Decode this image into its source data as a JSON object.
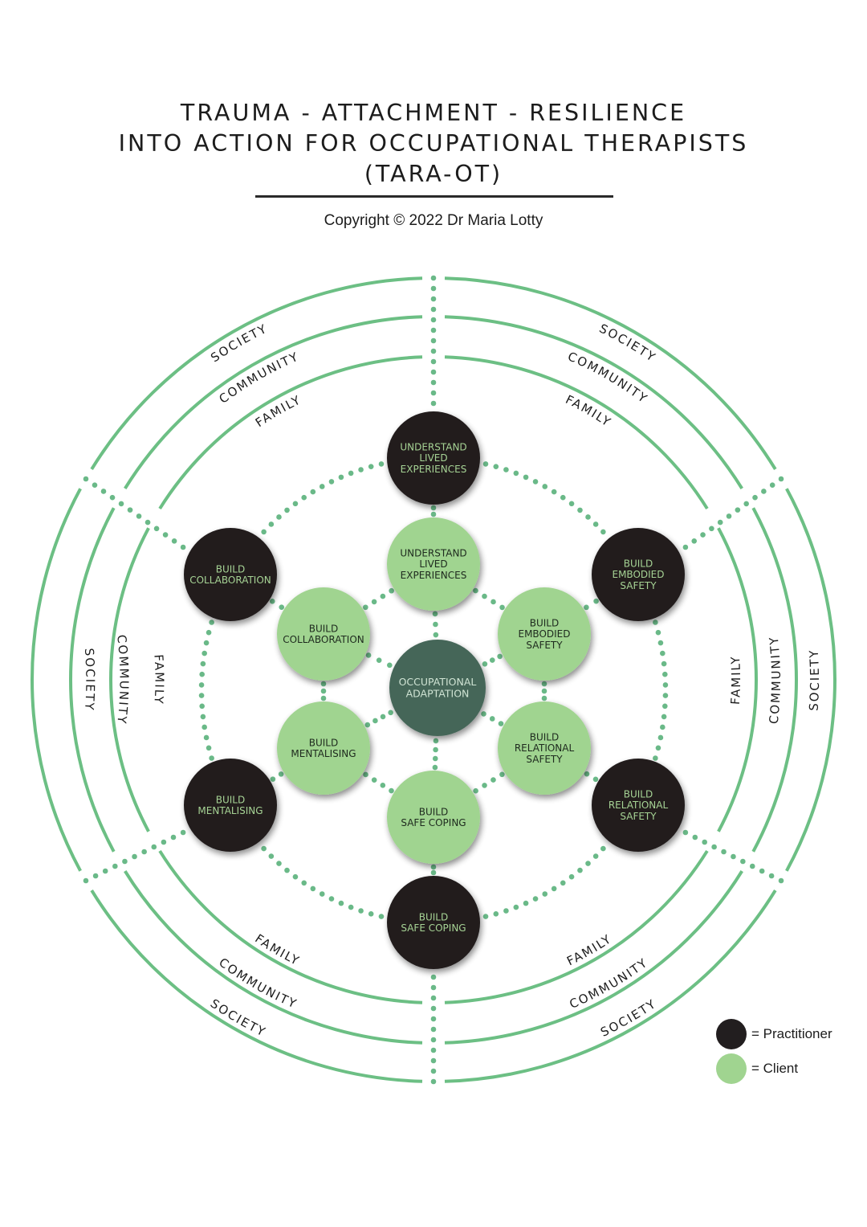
{
  "header": {
    "title_line1": "TRAUMA - ATTACHMENT - RESILIENCE",
    "title_line2": "INTO ACTION FOR OCCUPATIONAL THERAPISTS",
    "title_line3": "(TARA-OT)",
    "copyright": "Copyright © 2022 Dr Maria Lotty"
  },
  "colors": {
    "ring": "#6cbf84",
    "dots": "#6ab988",
    "practitioner_fill": "#221e1f",
    "practitioner_text": "#a6d395",
    "client_fill": "#a0d490",
    "client_text": "#1e2a1e",
    "center_fill": "#446658",
    "center_text": "#cfe3d3",
    "ring_label": "#1c1c1c"
  },
  "rings": {
    "labels": [
      "SOCIETY",
      "COMMUNITY",
      "FAMILY"
    ]
  },
  "center": {
    "lines": [
      "OCCUPATIONAL",
      "ADAPTATION"
    ]
  },
  "practitioner_nodes": [
    {
      "id": "top",
      "lines": [
        "UNDERSTAND",
        "LIVED",
        "EXPERIENCES"
      ]
    },
    {
      "id": "upper-right",
      "lines": [
        "BUILD",
        "EMBODIED",
        "SAFETY"
      ]
    },
    {
      "id": "lower-right",
      "lines": [
        "BUILD",
        "RELATIONAL",
        "SAFETY"
      ]
    },
    {
      "id": "bottom",
      "lines": [
        "BUILD",
        "SAFE COPING"
      ]
    },
    {
      "id": "lower-left",
      "lines": [
        "BUILD",
        "MENTALISING"
      ]
    },
    {
      "id": "upper-left",
      "lines": [
        "BUILD",
        "COLLABORATION"
      ]
    }
  ],
  "client_nodes": [
    {
      "id": "top",
      "lines": [
        "UNDERSTAND",
        "LIVED",
        "EXPERIENCES"
      ]
    },
    {
      "id": "upper-right",
      "lines": [
        "BUILD",
        "EMBODIED",
        "SAFETY"
      ]
    },
    {
      "id": "lower-right",
      "lines": [
        "BUILD",
        "RELATIONAL",
        "SAFETY"
      ]
    },
    {
      "id": "bottom",
      "lines": [
        "BUILD",
        "SAFE COPING"
      ]
    },
    {
      "id": "lower-left",
      "lines": [
        "BUILD",
        "MENTALISING"
      ]
    },
    {
      "id": "upper-left",
      "lines": [
        "BUILD",
        "COLLABORATION"
      ]
    }
  ],
  "legend": {
    "practitioner": "= Practitioner",
    "client": "= Client"
  }
}
